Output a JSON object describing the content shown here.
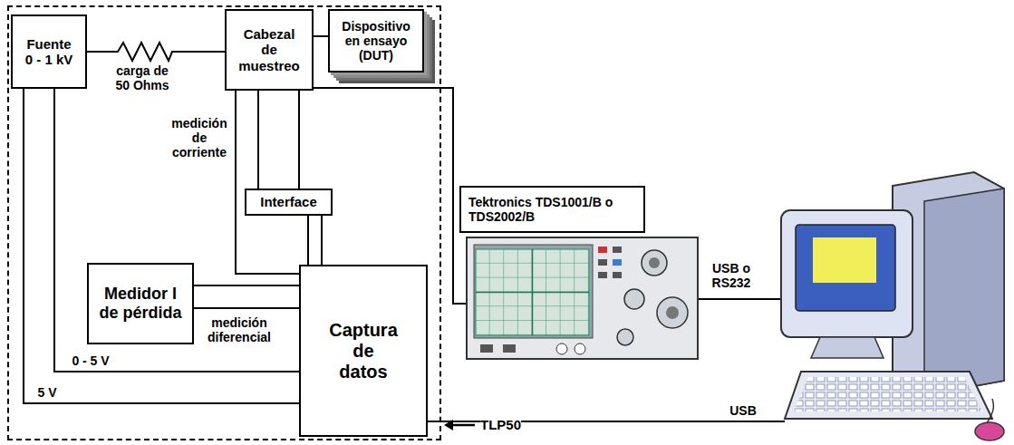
{
  "diagram": {
    "nodes": [
      {
        "text": [
          "TLP50"
        ]
      },
      {
        "text": [
          "Fuente 0 - 1 kV"
        ],
        "in": 0
      },
      {
        "text": [
          "Cabezal de muestreo"
        ],
        "in": 0
      },
      {
        "text": [
          "Interface"
        ],
        "in": 0
      },
      {
        "text": [
          "Medidor I de pérdida"
        ],
        "in": 0
      },
      {
        "text": [
          "Captura de datos"
        ],
        "in": 0
      },
      {
        "text": [
          "Dispositivo en ensayo (DUT)"
        ]
      },
      {
        "text": [
          "Tektronics TDS1001/B o TDS2002/B"
        ]
      }
    ],
    "edges": [
      {
        "from": 1,
        "to": 2,
        "label": "carga de 50 Ohms",
        "arrow": "none"
      },
      {
        "from": 2,
        "to": 6,
        "arrow": "none"
      },
      {
        "from": 2,
        "to": 3,
        "arrow": "none"
      },
      {
        "from": 2,
        "to": 3,
        "arrow": "none"
      },
      {
        "from": 3,
        "to": 5,
        "arrow": "none"
      },
      {
        "from": 3,
        "to": 5,
        "arrow": "none"
      },
      {
        "from": 2,
        "to": 5,
        "label": "medición de corriente",
        "arrow": "none"
      },
      {
        "from": 4,
        "to": 5,
        "arrow": "none"
      },
      {
        "from": 4,
        "to": 5,
        "label": "medición diferencial",
        "arrow": "none"
      },
      {
        "from": 1,
        "to": 5,
        "label": "0 - 5 V",
        "arrow": "none"
      },
      {
        "from": 1,
        "to": 5,
        "label": "5 V",
        "arrow": "none"
      }
    ],
    "labels": [
      "USB o RS232",
      "USB"
    ]
  }
}
